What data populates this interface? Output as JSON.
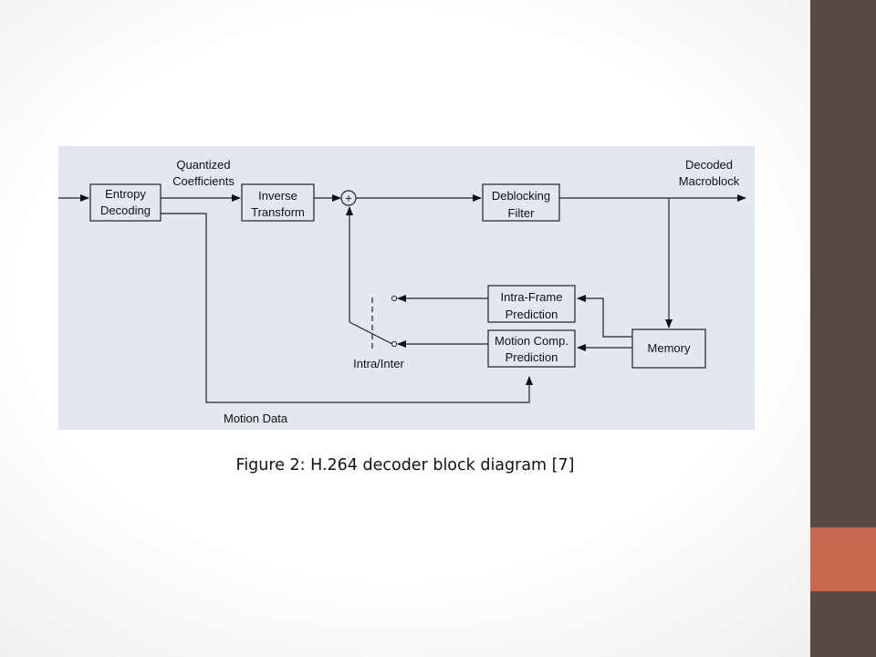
{
  "slide": {
    "caption": "Figure 2: H.264 decoder block diagram [7]",
    "colors": {
      "sidebar": "#564b47",
      "sidebar_accent": "#c8694f",
      "diagram_background": "#e3e7ef"
    }
  },
  "diagram": {
    "blocks": {
      "entropy": [
        "Entropy",
        "Decoding"
      ],
      "inverse": [
        "Inverse",
        "Transform"
      ],
      "deblock": [
        "Deblocking",
        "Filter"
      ],
      "intra": [
        "Intra-Frame",
        "Prediction"
      ],
      "motion": [
        "Motion Comp.",
        "Prediction"
      ],
      "memory": "Memory"
    },
    "labels": {
      "quantized": [
        "Quantized",
        "Coefficients"
      ],
      "decoded": [
        "Decoded",
        "Macroblock"
      ],
      "switch": "Intra/Inter",
      "motion_data": "Motion Data",
      "adder_symbol": "+"
    }
  }
}
